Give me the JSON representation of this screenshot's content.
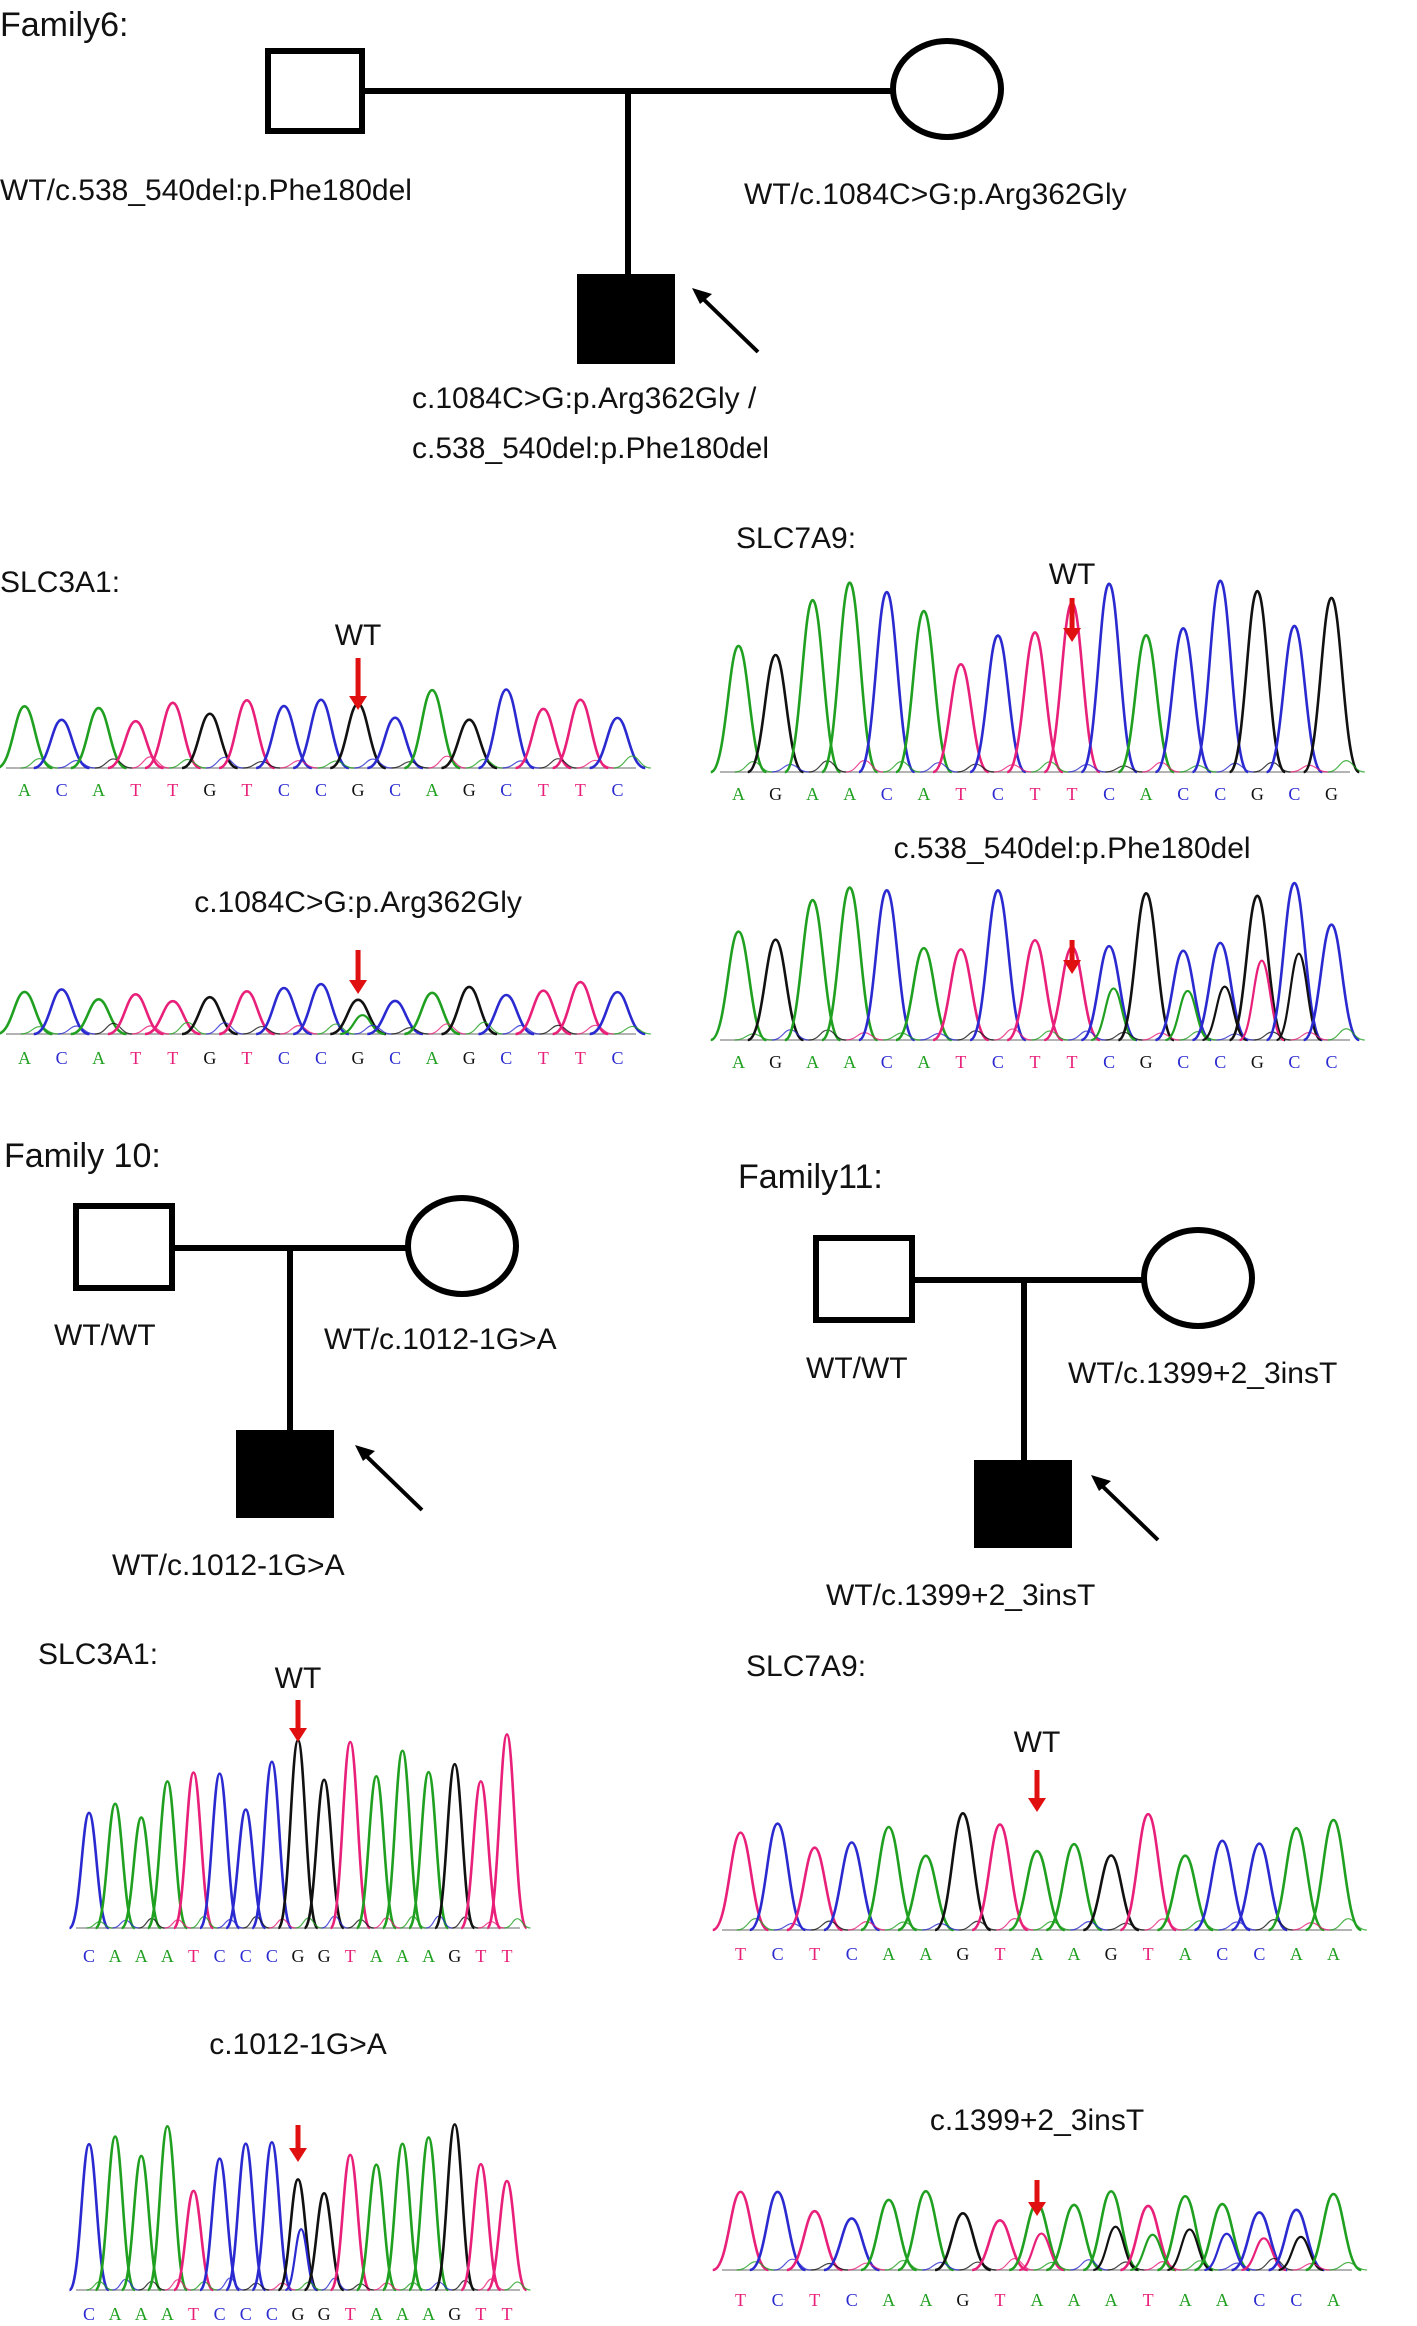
{
  "colors": {
    "A": "#20a020",
    "C": "#2a2ad0",
    "G": "#111111",
    "T": "#e8207a",
    "arrow": "#e01010"
  },
  "families": [
    {
      "title": "Family6:",
      "father": "WT/c.538_540del:p.Phe180del",
      "mother": "WT/c.1084C>G:p.Arg362Gly",
      "proband_line1": "c.1084C>G:p.Arg362Gly /",
      "proband_line2": "c.538_540del:p.Phe180del"
    },
    {
      "title": "Family 10:",
      "father": "WT/WT",
      "mother": "WT/c.1012-1G>A",
      "proband": "WT/c.1012-1G>A"
    },
    {
      "title": "Family11:",
      "father": "WT/WT",
      "mother": "WT/c.1399+2_3insT",
      "proband": "WT/c.1399+2_3insT"
    }
  ],
  "gene_labels": {
    "slc3a1_top": "SLC3A1:",
    "slc7a9_top": "SLC7A9:",
    "slc3a1_bottom": "SLC3A1:",
    "slc7a9_bottom": "SLC7A9:"
  },
  "traces": [
    {
      "id": "f6-slc3a1-wt",
      "label": "WT",
      "sequence": "ACATTGTCCGCAGCTTC",
      "arrow_index": 9
    },
    {
      "id": "f6-slc3a1-mut",
      "label": "c.1084C>G:p.Arg362Gly",
      "sequence": "ACATTGTCCGCAGCTTC",
      "arrow_index": 9
    },
    {
      "id": "f6-slc7a9-wt",
      "label": "WT",
      "sequence": "AGAACATCTTCACCGCG",
      "arrow_index": 9
    },
    {
      "id": "f6-slc7a9-mut",
      "label": "c.538_540del:p.Phe180del",
      "sequence": "AGAACATCTTCGCCGCC",
      "arrow_index": 9
    },
    {
      "id": "f10-slc3a1-wt",
      "label": "WT",
      "sequence": "CAAATCCCGGTAAAGTT",
      "arrow_index": 8
    },
    {
      "id": "f10-slc3a1-mut",
      "label": "c.1012-1G>A",
      "sequence": "CAAATCCCGGTAAAGTT",
      "arrow_index": 8
    },
    {
      "id": "f11-slc7a9-wt",
      "label": "WT",
      "sequence": "TCTCAAGTAAGTACCAA",
      "arrow_index": 8
    },
    {
      "id": "f11-slc7a9-mut",
      "label": "c.1399+2_3insT",
      "sequence": "TCTCAAGTAAATAACCA",
      "arrow_index": 8
    }
  ]
}
